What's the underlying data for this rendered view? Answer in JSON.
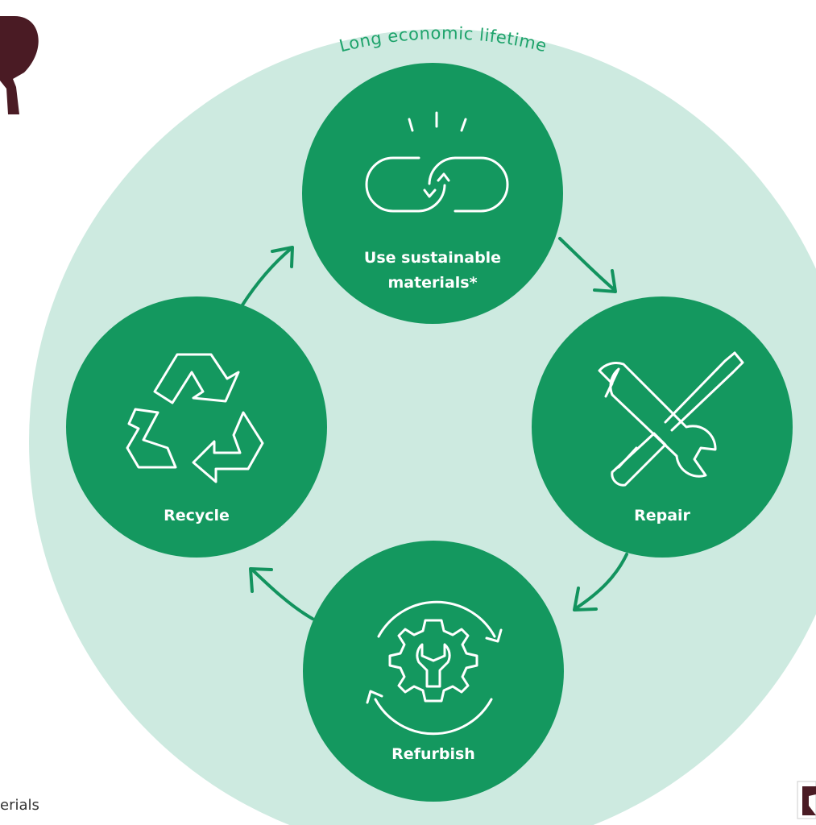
{
  "diagram": {
    "ring_label": "Long economic lifetime",
    "nodes": [
      {
        "id": "materials",
        "lines": [
          "Use sustainable",
          "materials*"
        ],
        "icon": "link-icon"
      },
      {
        "id": "repair",
        "lines": [
          "Repair"
        ],
        "icon": "wrench-screwdriver-icon"
      },
      {
        "id": "refurbish",
        "lines": [
          "Refurbish"
        ],
        "icon": "gear-wrench-cycle-icon"
      },
      {
        "id": "recycle",
        "lines": [
          "Recycle"
        ],
        "icon": "recycle-icon"
      }
    ],
    "corner_text": "erials",
    "colors": {
      "ring_background": "#cdeae0",
      "node_fill": "#14985f",
      "arrow": "#12935e",
      "ring_text": "#1ea36b",
      "brand_dark": "#4a1b24"
    }
  }
}
